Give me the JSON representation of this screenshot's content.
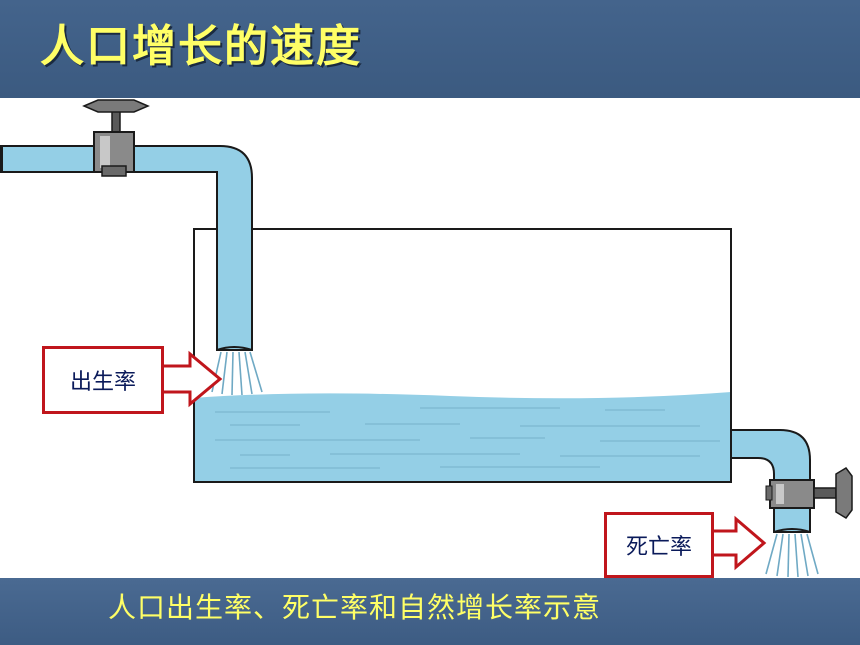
{
  "slide": {
    "title": "人口增长的速度",
    "caption": "人口出生率、死亡率和自然增长率示意"
  },
  "diagram": {
    "birth_label": "出生率",
    "death_label": "死亡率"
  },
  "colors": {
    "title_text": "#ffff66",
    "water": "#94cfe6",
    "callout_border": "#c0161c",
    "callout_text": "#0a1a5a"
  }
}
